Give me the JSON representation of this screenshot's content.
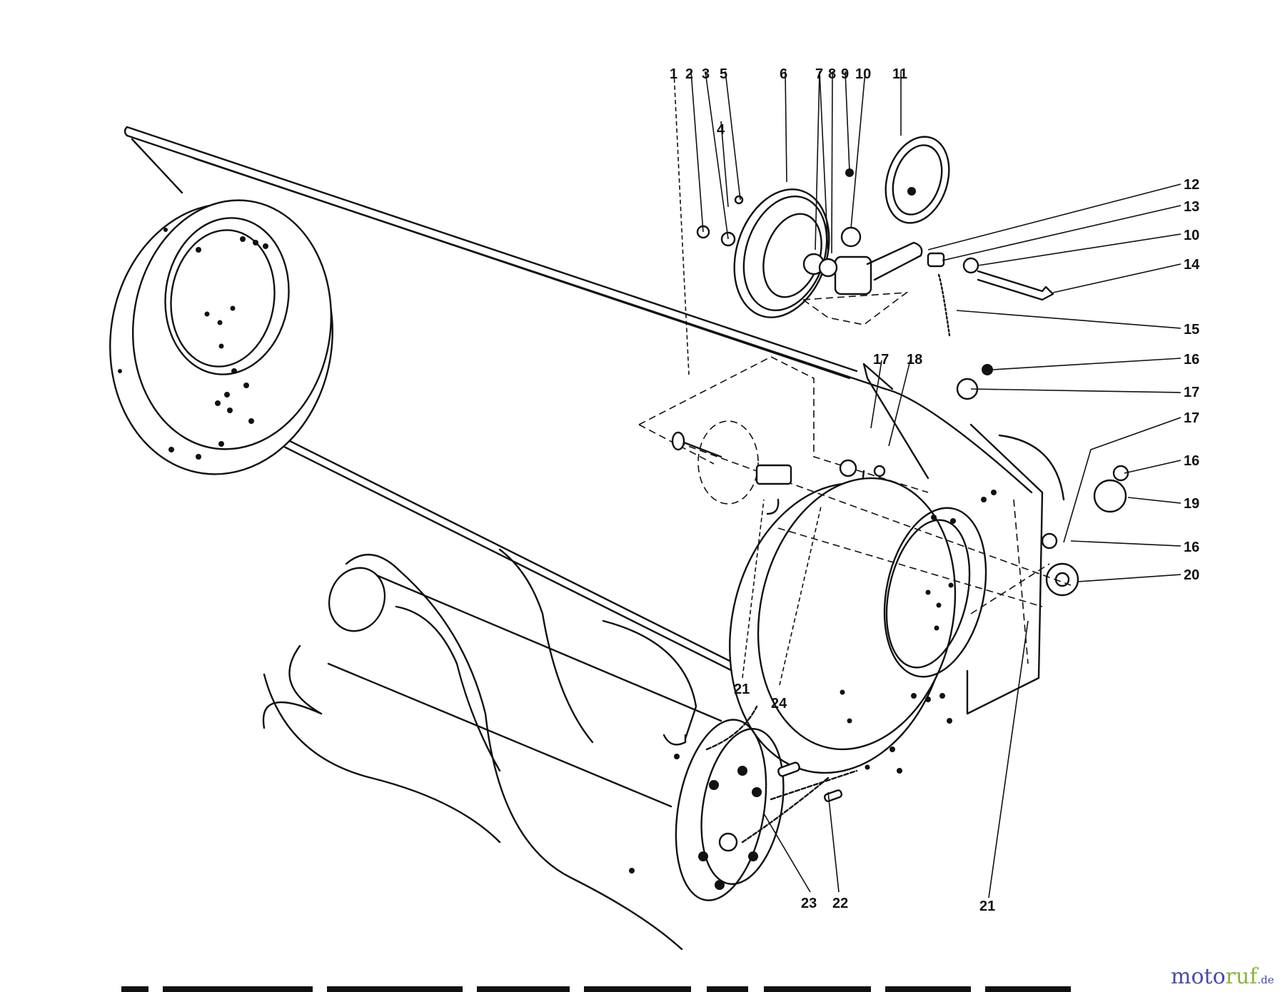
{
  "diagram": {
    "type": "exploded parts diagram",
    "callouts": [
      "1",
      "2",
      "3",
      "4",
      "5",
      "6",
      "7",
      "8",
      "9",
      "10",
      "11",
      "12",
      "13",
      "10",
      "14",
      "15",
      "16",
      "17",
      "17",
      "18",
      "17",
      "16",
      "19",
      "16",
      "20",
      "21",
      "24",
      "23",
      "22",
      "21"
    ]
  },
  "watermark": {
    "part1": "moto",
    "part2": "ruf",
    "suffix": ".de"
  },
  "colors": {
    "ink": "#111111",
    "watermark_blue": "#4a4aa8",
    "watermark_green": "#8ab53a"
  }
}
